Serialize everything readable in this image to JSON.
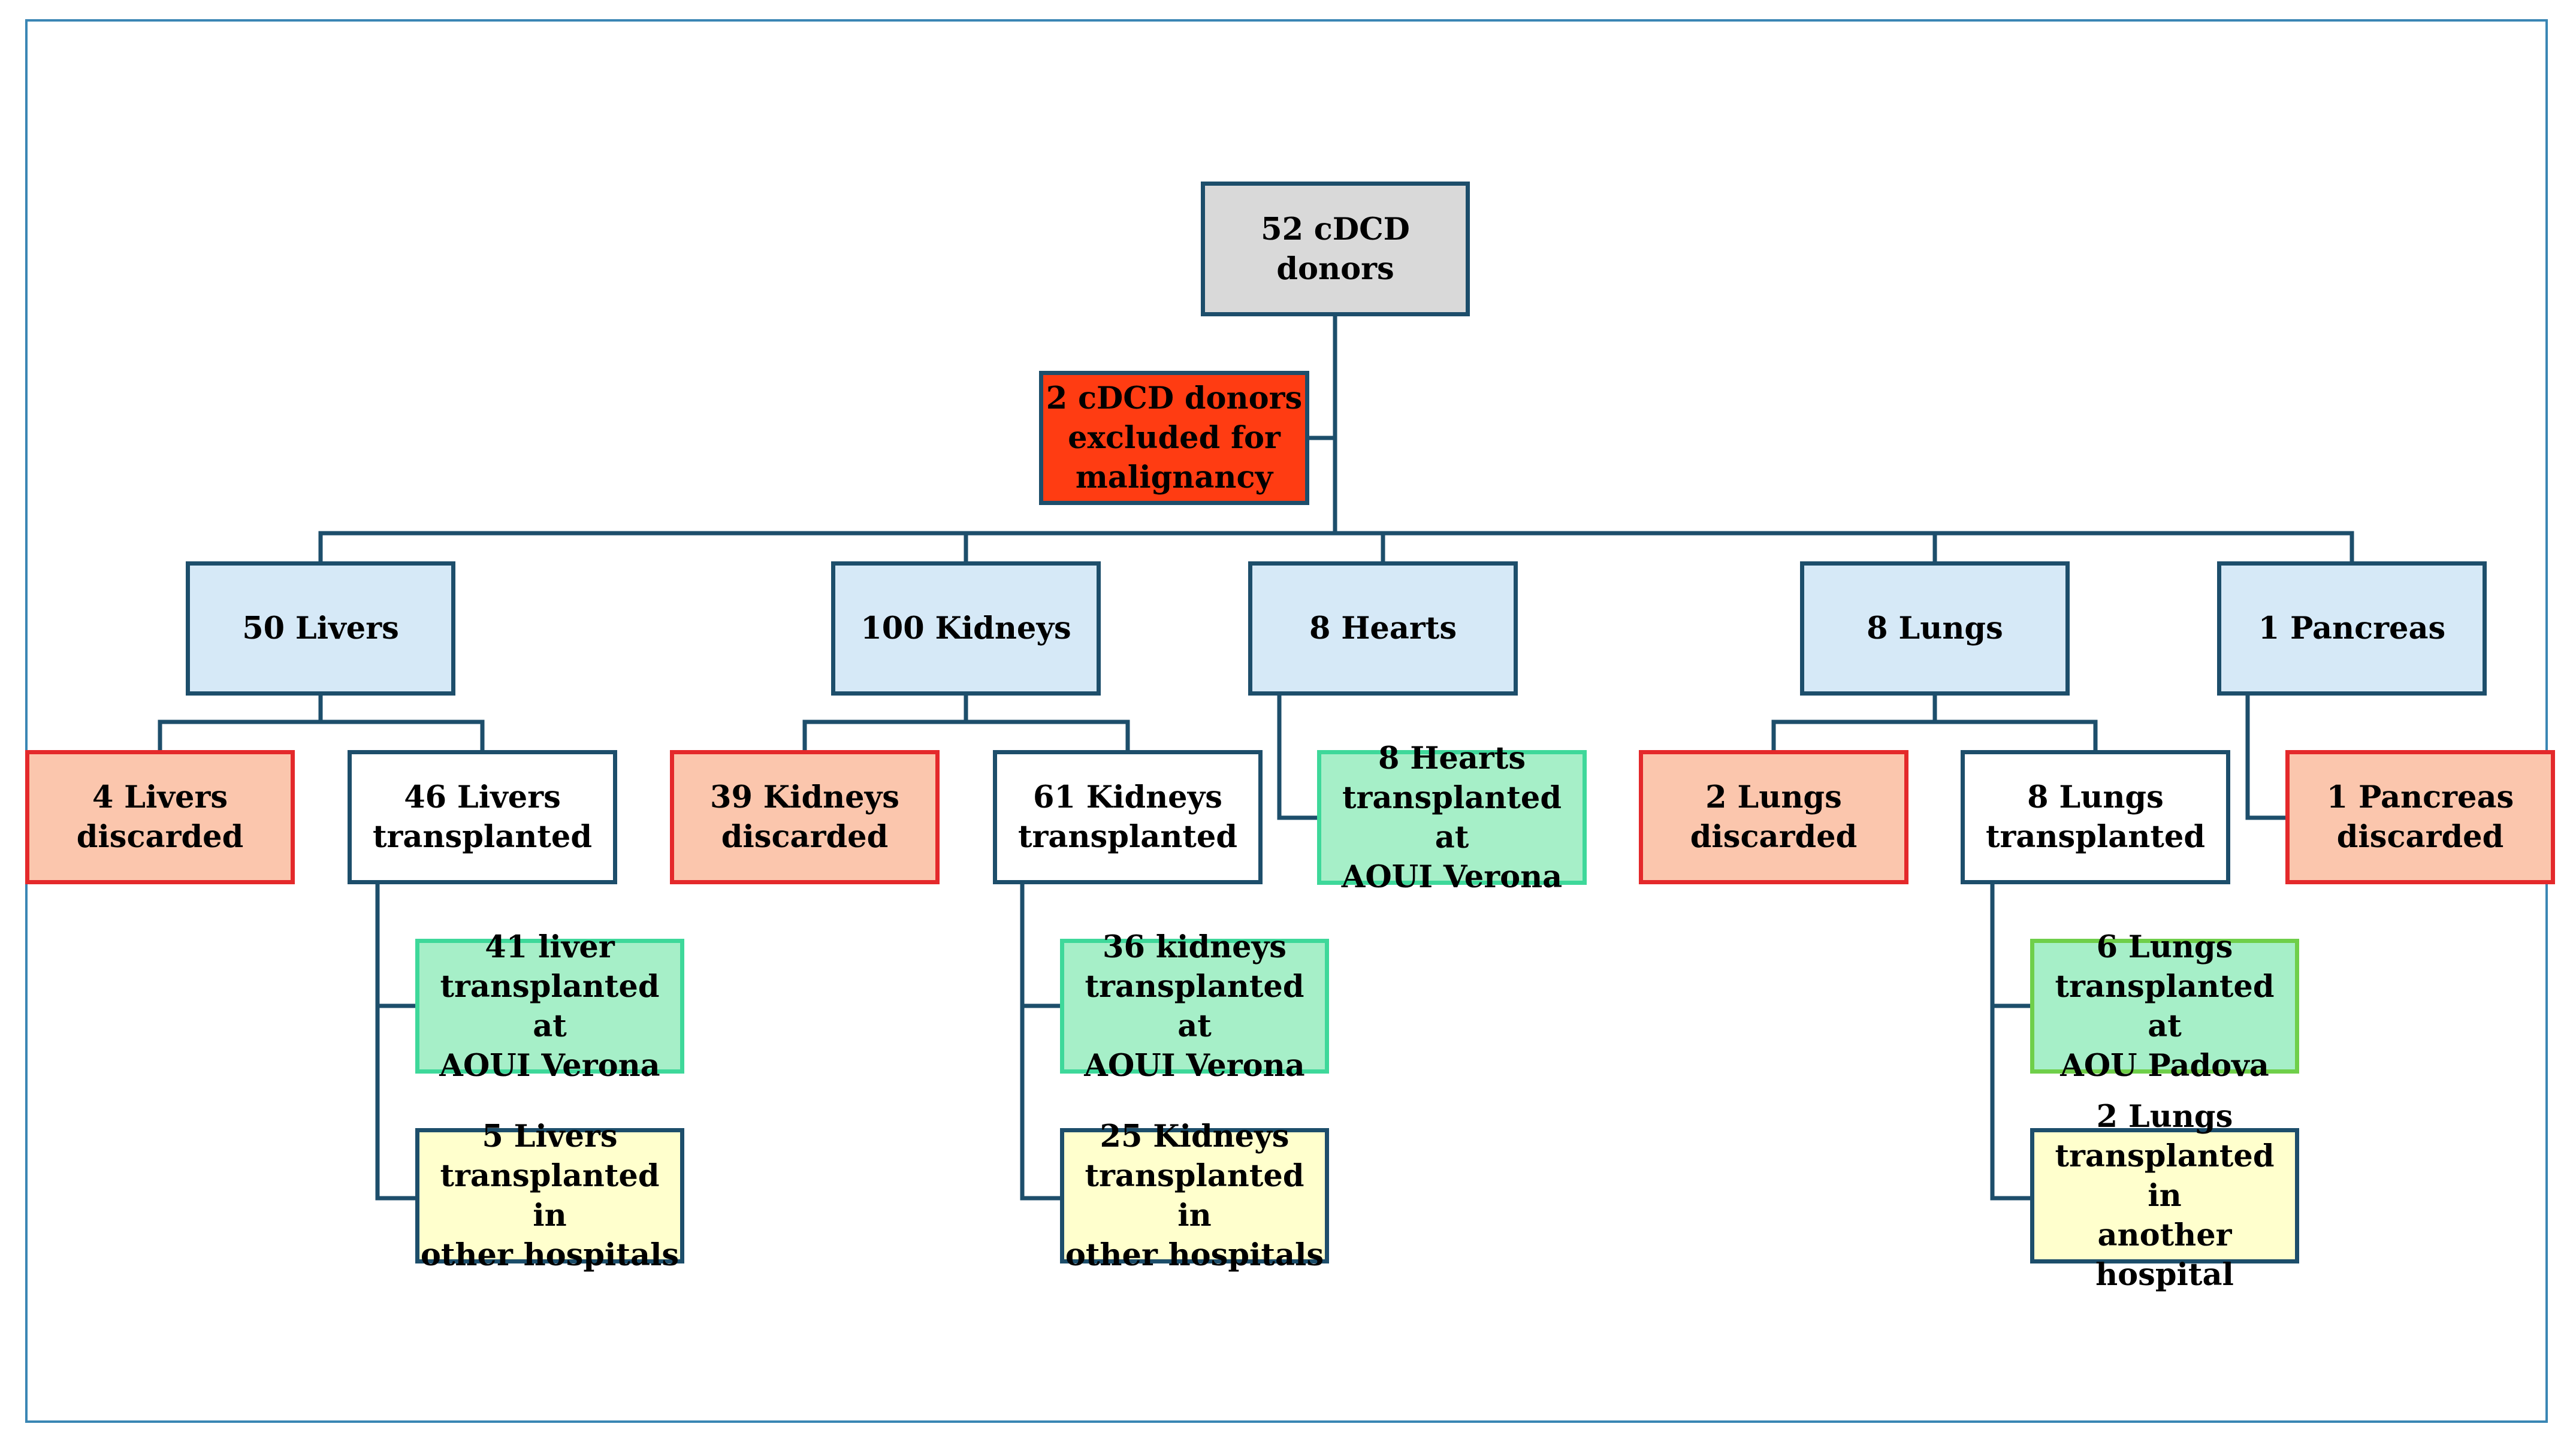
{
  "diagram": {
    "root": "52 cDCD donors",
    "excluded": "2 cDCD donors\nexcluded for\nmalignancy",
    "organs": {
      "livers": "50 Livers",
      "kidneys": "100 Kidneys",
      "hearts": "8 Hearts",
      "lungs": "8 Lungs",
      "pancreas": "1 Pancreas"
    },
    "livers": {
      "discarded": "4 Livers\ndiscarded",
      "transplanted": "46 Livers\ntransplanted",
      "local": "41 liver\ntransplanted at\nAOUI Verona",
      "other": "5 Livers\ntransplanted in\nother hospitals"
    },
    "kidneys": {
      "discarded": "39 Kidneys\ndiscarded",
      "transplanted": "61 Kidneys\ntransplanted",
      "local": "36 kidneys\ntransplanted at\nAOUI Verona",
      "other": "25 Kidneys\ntransplanted in\nother hospitals"
    },
    "hearts": {
      "local": "8 Hearts\ntransplanted at\nAOUI Verona"
    },
    "lungs": {
      "discarded": "2 Lungs\ndiscarded",
      "transplanted": "8 Lungs\ntransplanted",
      "local": "6  Lungs\ntransplanted at\nAOU Padova",
      "other": "2 Lungs\ntransplanted in\nanother hospital"
    },
    "pancreas": {
      "discarded": "1 Pancreas\ndiscarded"
    },
    "colors": {
      "connector": "#1d4e6b",
      "frame": "#3a86b4",
      "root_fill": "#d9d9d9",
      "excluded_fill": "#ff3c12",
      "organ_fill": "#d6e9f7",
      "discarded_fill": "#fbc6ad",
      "discarded_border": "#e4292b",
      "local_fill": "#a6efc8",
      "other_fill": "#ffffcd"
    }
  }
}
